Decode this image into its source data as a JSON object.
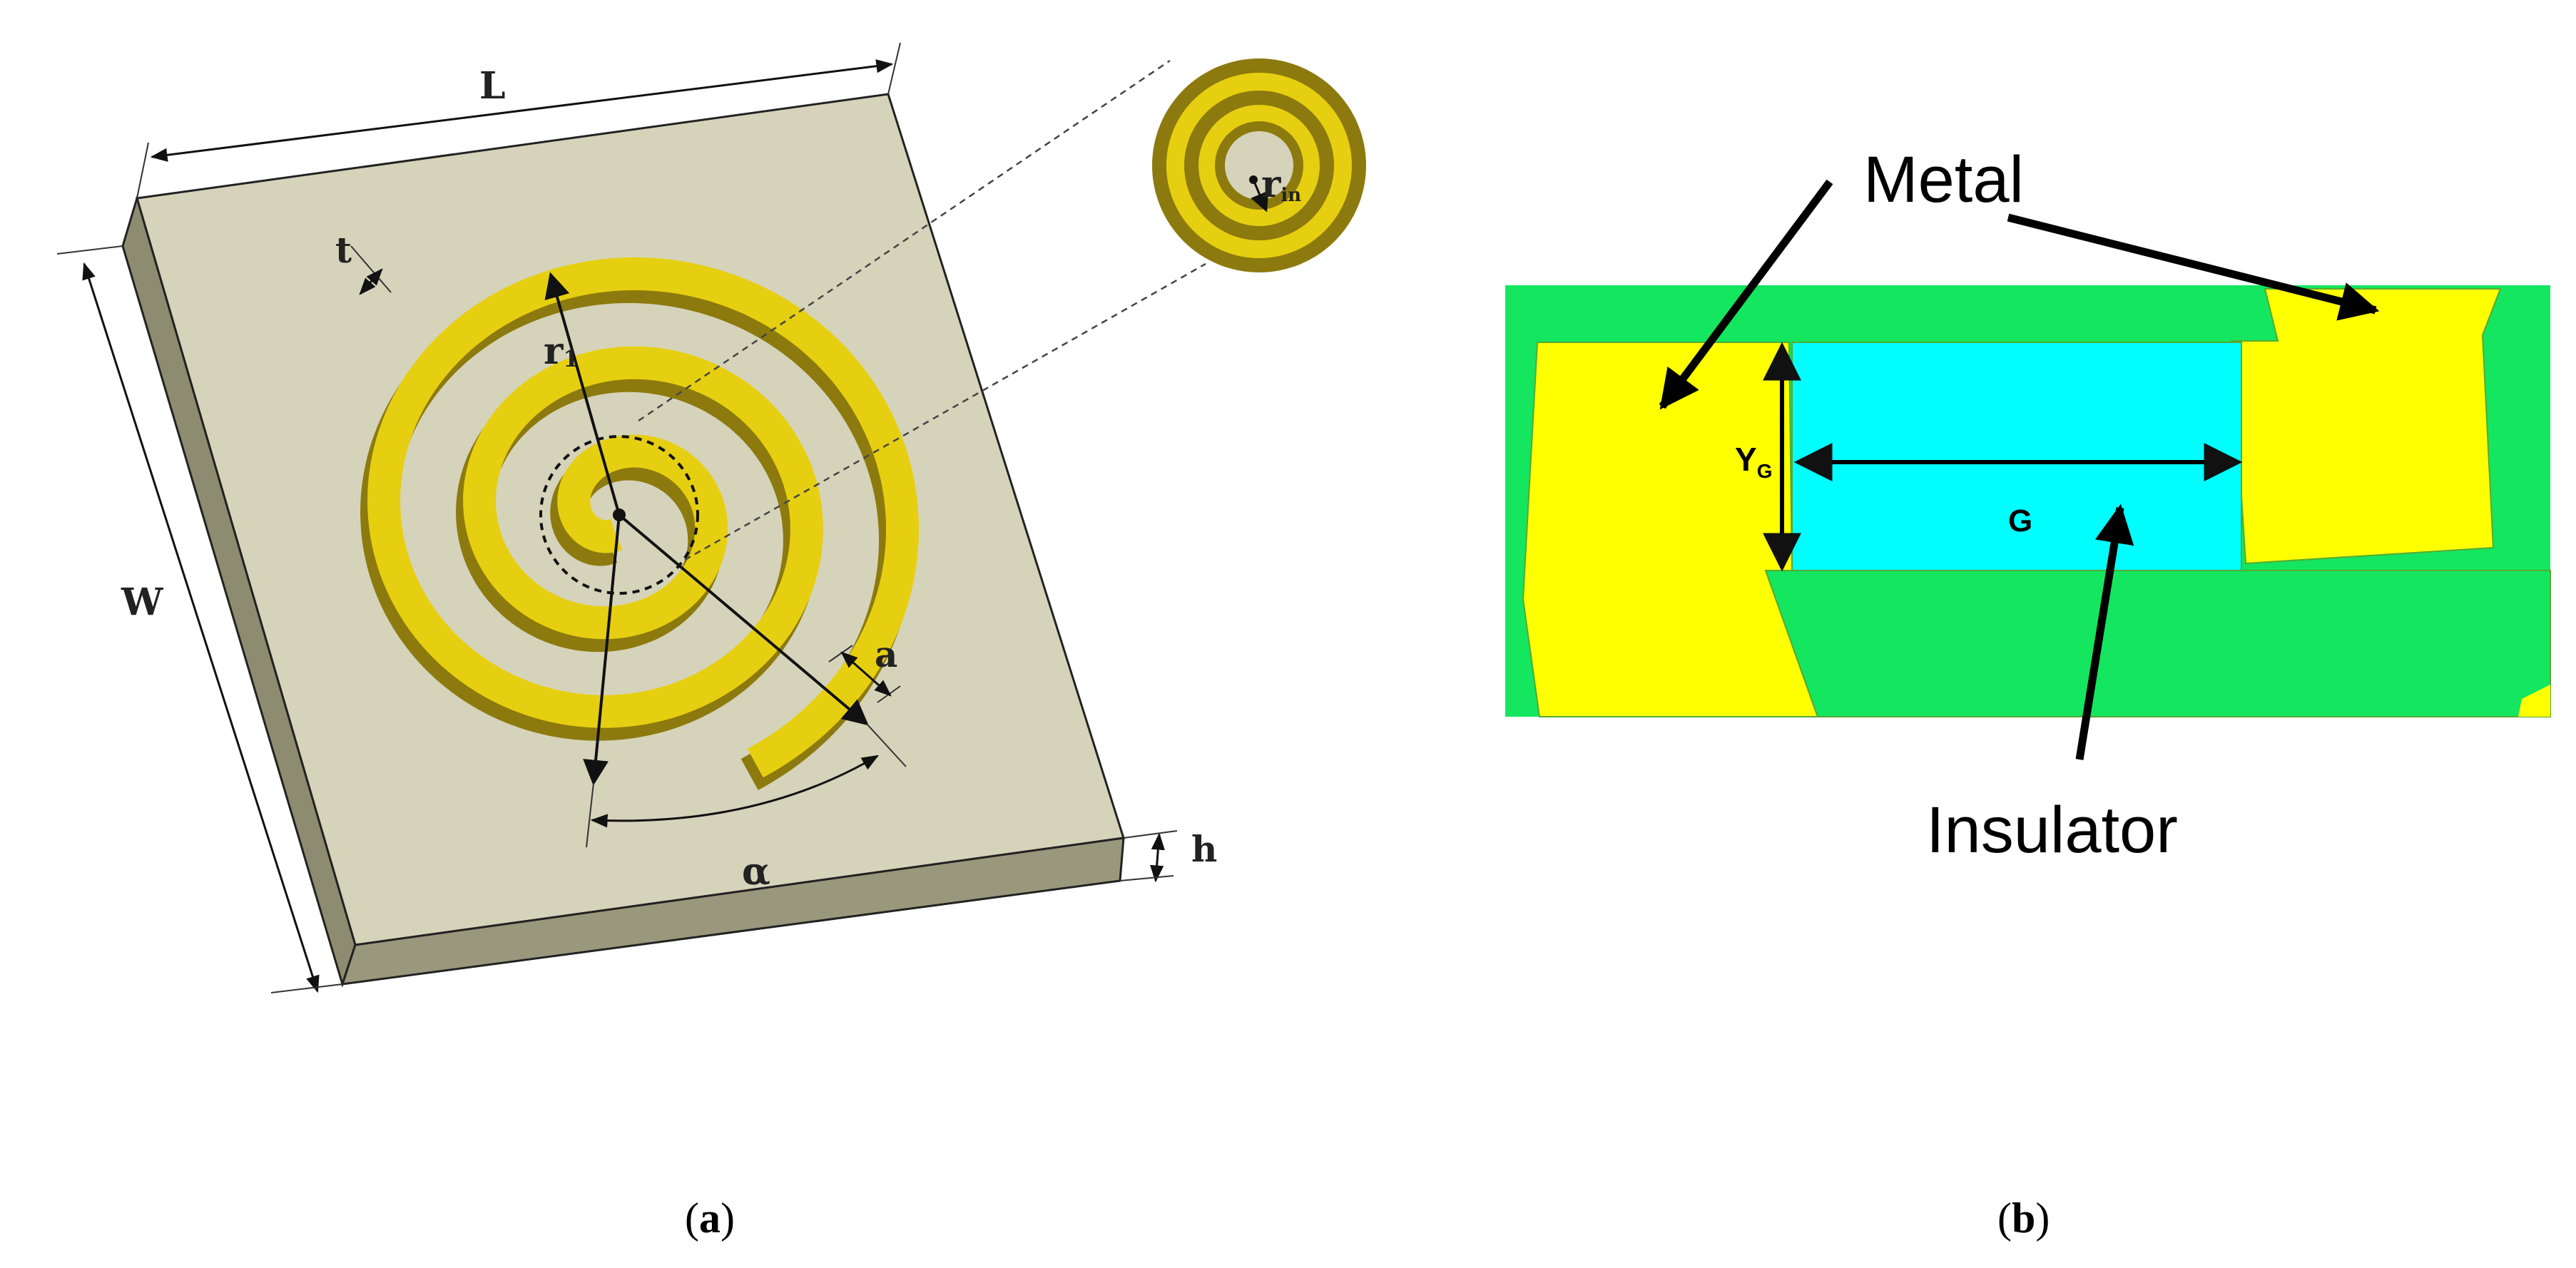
{
  "panel_a": {
    "labels": {
      "length": "L",
      "width": "W",
      "thickness": "t",
      "outer_radius": "r",
      "outer_radius_sub": "1",
      "inner_radius": "r",
      "inner_radius_sub": "in",
      "strip_width": "a",
      "angle": "α",
      "height": "h"
    },
    "caption": {
      "open": "(",
      "letter": "a",
      "close": ")"
    },
    "colors": {
      "substrate_top": "#d6d3bb",
      "substrate_side": "#8d8c70",
      "metal": "#e6cf10",
      "metal_shadow": "#8c7a0e"
    }
  },
  "panel_b": {
    "labels": {
      "metal": "Metal",
      "insulator": "Insulator",
      "gap_height": "Y",
      "gap_height_sub": "G",
      "gap": "G"
    },
    "caption": {
      "open": "(",
      "letter": "b",
      "close": ")"
    },
    "colors": {
      "green": "#14e65f",
      "yellow": "#ffff00",
      "cyan": "#00ffff"
    }
  }
}
